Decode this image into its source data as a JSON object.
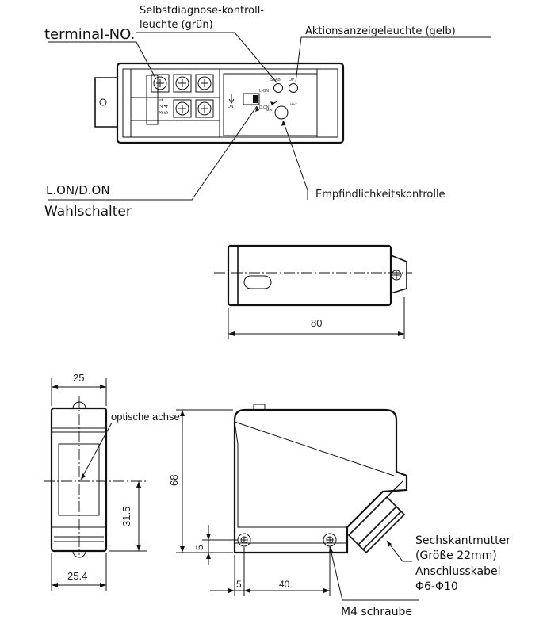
{
  "labels": {
    "terminal_no": "terminal-NO.",
    "selbstdiagnose_line1": "Selbstdiagnose-kontroll-",
    "selbstdiagnose_line2": "leuchte (grün)",
    "aktionsanzeige": "Aktionsanzeigeleuchte (gelb)",
    "lon_don": "L.ON/D.ON",
    "wahlschalter": "Wahlschalter",
    "empfindlichkeit": "Empfindlichkeitskontrolle",
    "optische_achse": "optische achse",
    "sechskant_line1": "Sechskantmutter",
    "sechskant_line2": "(Größe 22mm)",
    "anschlusskabel_line1": "Anschlusskabel",
    "anschlusskabel_line2": "Φ6-Φ10",
    "m4_schraube": "M4 schraube"
  },
  "panel_text": {
    "terminal_1": "1",
    "terminal_2": "2",
    "terminal_3": "3",
    "terminal_4": "4",
    "terminal_5": "5",
    "switch_on": "ON",
    "switch_dark_on": "D.ON",
    "switch_light_on": "L-ON",
    "led_stab": "STAB",
    "led_op": "OP",
    "knob_min": "MIN",
    "knob_max": "MAX"
  },
  "dimensions": {
    "length": "80",
    "width": "25",
    "height": "68",
    "axis_height": "31.5",
    "mount_offset": "5",
    "hole_spacing": "40",
    "hole_edge": "5",
    "bottom_width": "25.4"
  }
}
